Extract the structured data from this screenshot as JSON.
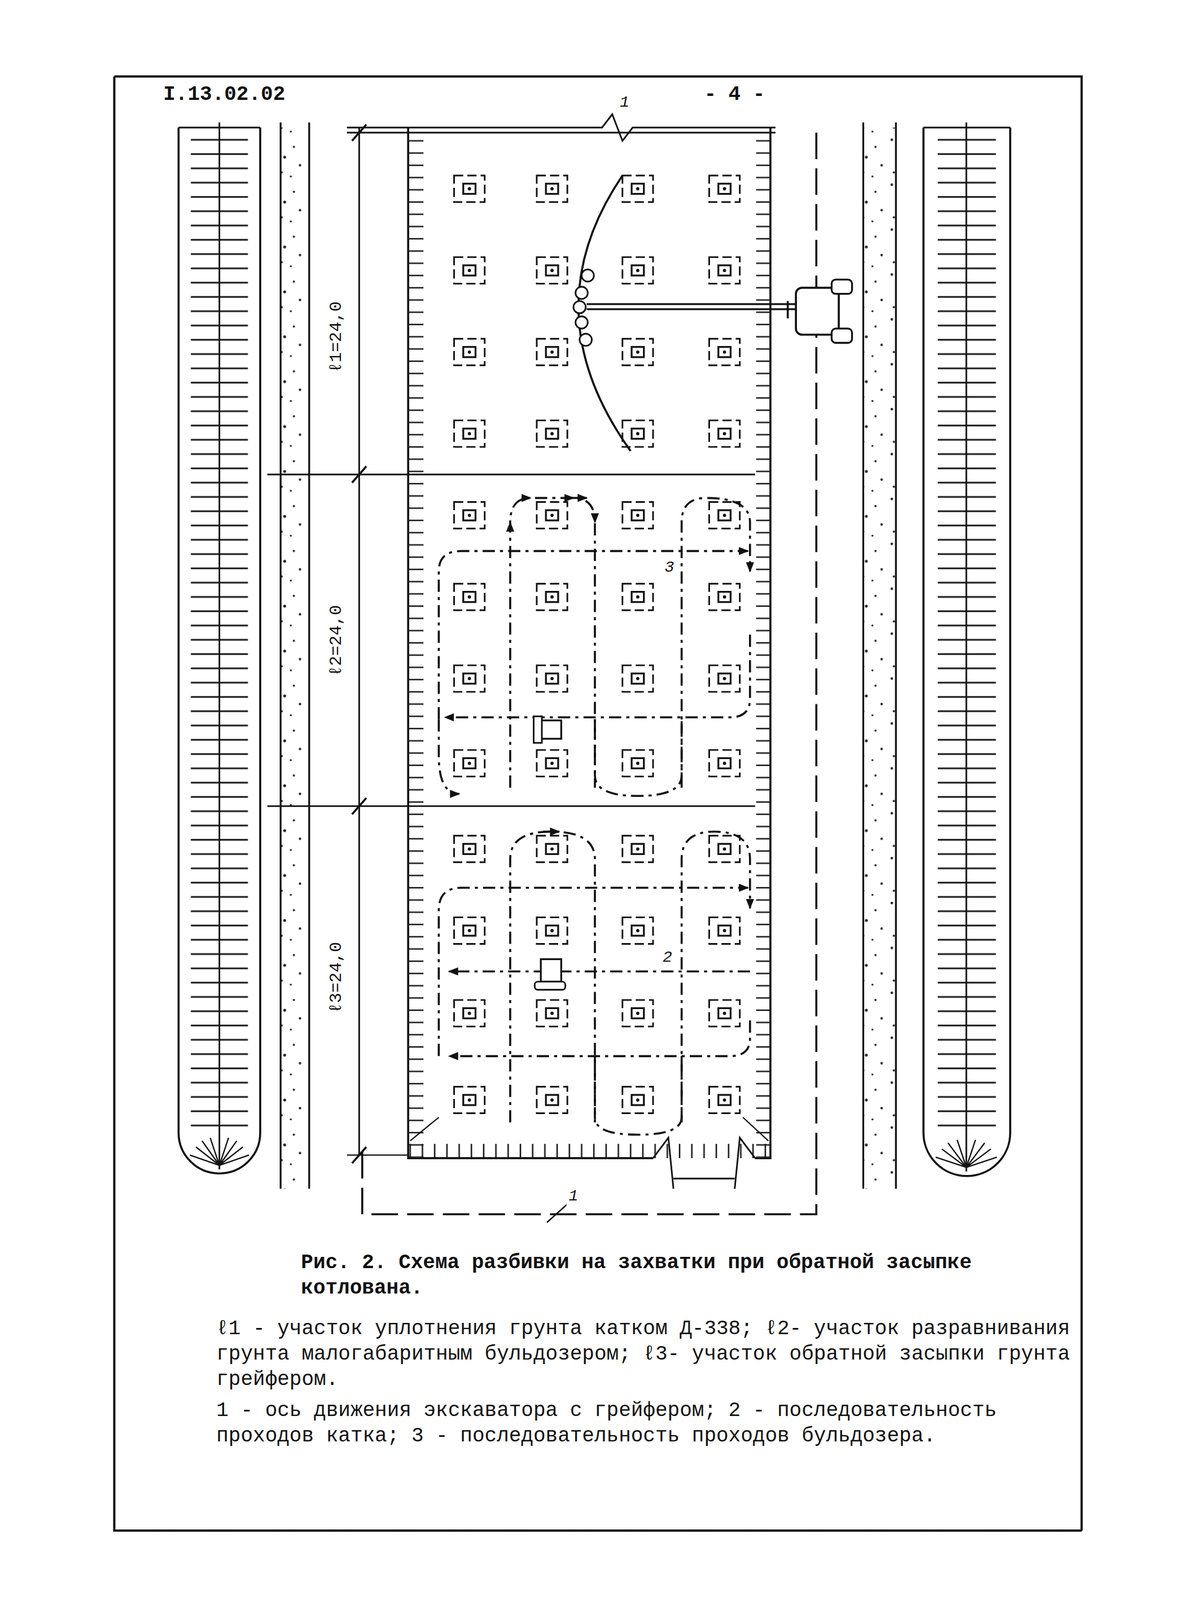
{
  "diagram": {
    "caption": "Рис. 2. Схема разбивки на захватки при обратной засыпке котлована.",
    "labels": [
      "I.13.02.02",
      "- 4 -",
      "1",
      "ℓ1=24,0",
      "ℓ2=24,0",
      "ℓ3=24,0",
      "3",
      "2",
      "1",
      "ℓ1 - участок уплотнения грунта катком Д-338; ℓ2- участок разравнивания грунта малогабаритным бульдозером; ℓ3- участок обратной засыпки грунта грейфером.",
      "1 - ось движения экскаватора с грейфером; 2 - последовательность проходов катка; 3 - последовательность проходов бульдозера."
    ]
  }
}
